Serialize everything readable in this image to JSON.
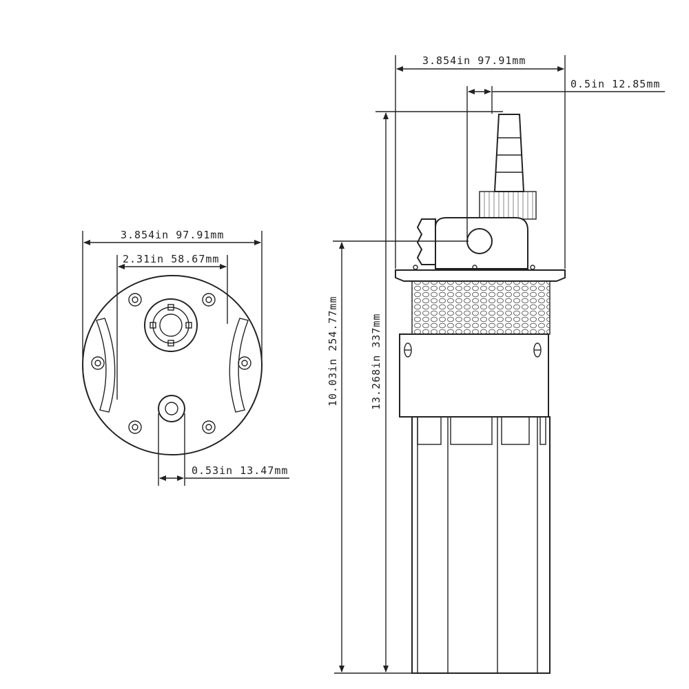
{
  "dimensions": {
    "end_width": "3.854in 97.91mm",
    "bolt_spacing": "2.31in 58.67mm",
    "outlet_diameter": "0.53in 13.47mm",
    "side_width": "3.854in 97.91mm",
    "nozzle_diameter": "0.5in 12.85mm",
    "body_length": "10.03in 254.77mm",
    "total_length": "13.268in 337mm"
  }
}
